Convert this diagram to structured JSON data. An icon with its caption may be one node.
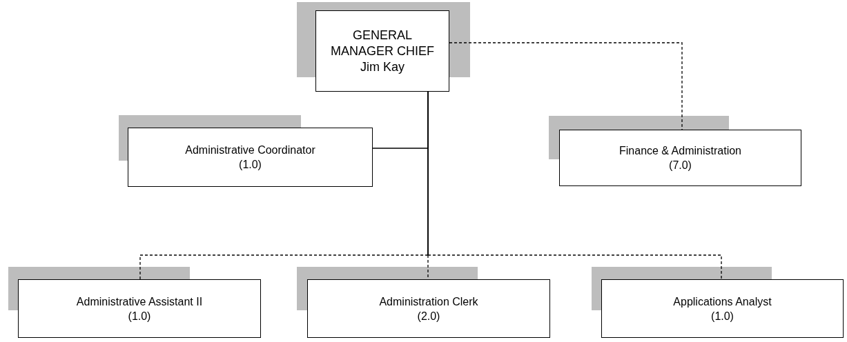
{
  "diagram": {
    "nodes": [
      {
        "text": [
          "GENERAL MANAGER CHIEF",
          "Jim Kay"
        ]
      },
      {
        "text": [
          "Administrative Coordinator",
          "(1.0)"
        ]
      },
      {
        "text": [
          "Finance & Administration",
          "(7.0)"
        ]
      },
      {
        "text": [
          "Administrative Assistant II",
          "(1.0)"
        ]
      },
      {
        "text": [
          "Administration Clerk",
          "(2.0)"
        ]
      },
      {
        "text": [
          "Applications Analyst",
          "(1.0)"
        ]
      }
    ],
    "edges": [
      {
        "from": 0,
        "to": 1,
        "arrow": "none"
      },
      {
        "from": 0,
        "to": 2,
        "arrow": "none",
        "style": "dashed"
      },
      {
        "from": 0,
        "to": 3,
        "arrow": "none",
        "style": "dashed"
      },
      {
        "from": 0,
        "to": 4,
        "arrow": "none",
        "style": "dashed"
      },
      {
        "from": 0,
        "to": 5,
        "arrow": "none",
        "style": "dashed"
      }
    ]
  }
}
